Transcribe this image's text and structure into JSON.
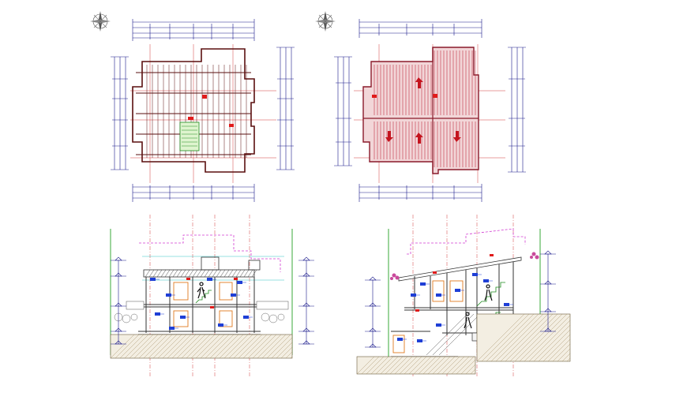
{
  "colors": {
    "background": "#ffffff",
    "dimension_ink": "#1a1a8c",
    "framing": "#5a0f0f",
    "roof_fill": "#c95a63",
    "grid_axis": "#d23c3c",
    "annotation_blue": "#1f3fd6",
    "ground_ink": "#6b5a3a",
    "green_guide": "#3aa83a",
    "magenta_outline": "#d23cd2",
    "cyan_guide": "#37c6c6",
    "stair_green": "#1f8a1f"
  },
  "icons": {
    "north_arrow": "compass-rose-icon",
    "section_mark": "section-arrow-icon"
  },
  "panels": [
    {
      "name": "floor-framing-plan",
      "kind": "plan",
      "variant": "framing"
    },
    {
      "name": "roof-framing-plan",
      "kind": "plan",
      "variant": "roof"
    },
    {
      "name": "section-a",
      "kind": "section",
      "variant": "longitudinal"
    },
    {
      "name": "section-b",
      "kind": "section",
      "variant": "stepped"
    }
  ]
}
